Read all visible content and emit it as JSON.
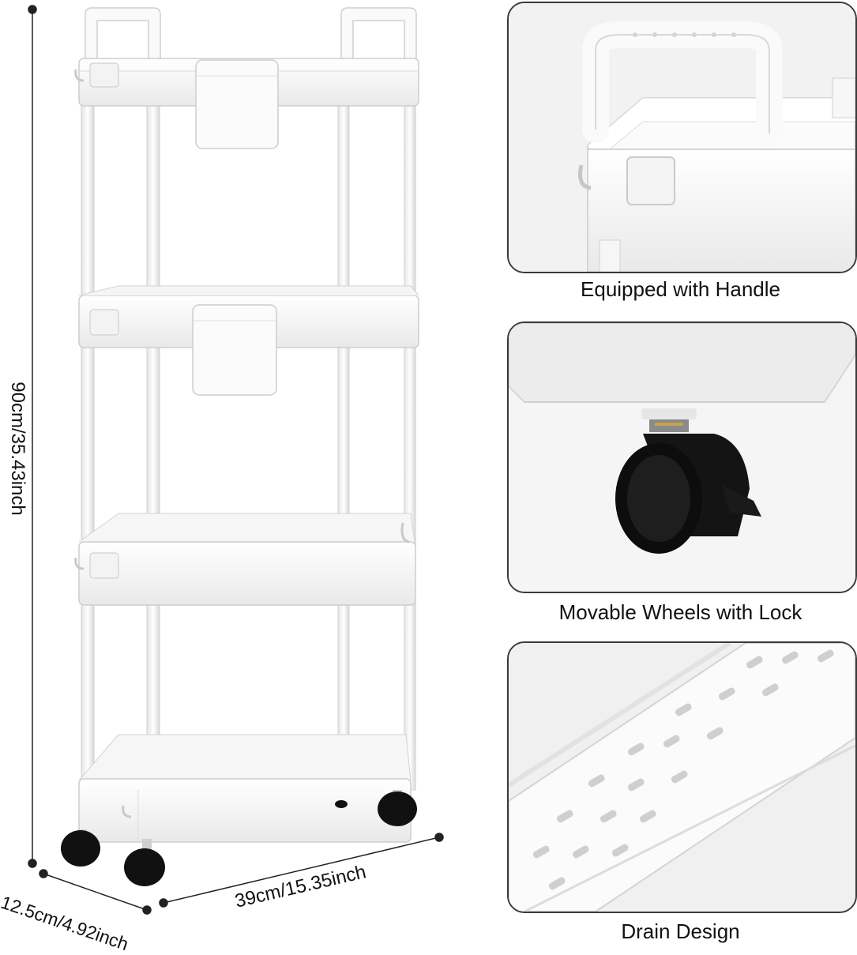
{
  "dimensions": {
    "height": "90cm/35.43inch",
    "depth": "12.5cm/4.92inch",
    "width": "39cm/15.35inch"
  },
  "features": [
    {
      "caption": "Equipped with Handle",
      "icon": "handle-closeup"
    },
    {
      "caption": "Movable Wheels with Lock",
      "icon": "locking-caster-closeup"
    },
    {
      "caption": "Drain Design",
      "icon": "drain-holes-closeup"
    }
  ],
  "colors": {
    "cart": "#ffffff",
    "cart_shade": "#e6e6e6",
    "wheel": "#111111",
    "frame": "#3a3a3a"
  }
}
